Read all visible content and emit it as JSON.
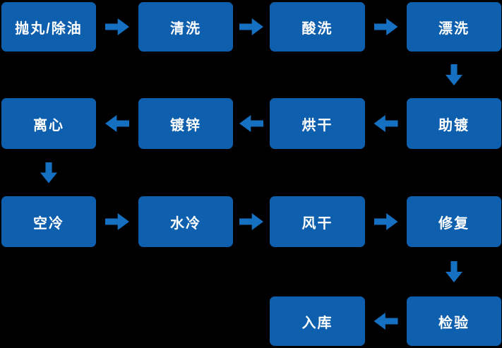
{
  "diagram": {
    "background_color": "#000000",
    "node_color": "#0e5fad",
    "arrow_color": "#1670c2",
    "text_color": "#ffffff",
    "nodes": [
      {
        "id": "shot-blasting-degreasing",
        "label": "抛丸/除油",
        "row": 0,
        "col": 0
      },
      {
        "id": "cleaning",
        "label": "清洗",
        "row": 0,
        "col": 1
      },
      {
        "id": "pickling",
        "label": "酸洗",
        "row": 0,
        "col": 2
      },
      {
        "id": "rinsing",
        "label": "漂洗",
        "row": 0,
        "col": 3
      },
      {
        "id": "fluxing",
        "label": "助镀",
        "row": 1,
        "col": 3
      },
      {
        "id": "drying",
        "label": "烘干",
        "row": 1,
        "col": 2
      },
      {
        "id": "galvanizing",
        "label": "镀锌",
        "row": 1,
        "col": 1
      },
      {
        "id": "centrifuging",
        "label": "离心",
        "row": 1,
        "col": 0
      },
      {
        "id": "air-cooling",
        "label": "空冷",
        "row": 2,
        "col": 0
      },
      {
        "id": "water-cooling",
        "label": "水冷",
        "row": 2,
        "col": 1
      },
      {
        "id": "air-drying",
        "label": "风干",
        "row": 2,
        "col": 2
      },
      {
        "id": "repair",
        "label": "修复",
        "row": 2,
        "col": 3
      },
      {
        "id": "inspection",
        "label": "检验",
        "row": 3,
        "col": 3
      },
      {
        "id": "warehousing",
        "label": "入库",
        "row": 3,
        "col": 2
      }
    ],
    "flow": [
      {
        "from": "shot-blasting-degreasing",
        "to": "cleaning",
        "direction": "right"
      },
      {
        "from": "cleaning",
        "to": "pickling",
        "direction": "right"
      },
      {
        "from": "pickling",
        "to": "rinsing",
        "direction": "right"
      },
      {
        "from": "rinsing",
        "to": "fluxing",
        "direction": "down"
      },
      {
        "from": "fluxing",
        "to": "drying",
        "direction": "left"
      },
      {
        "from": "drying",
        "to": "galvanizing",
        "direction": "left"
      },
      {
        "from": "galvanizing",
        "to": "centrifuging",
        "direction": "left"
      },
      {
        "from": "centrifuging",
        "to": "air-cooling",
        "direction": "down"
      },
      {
        "from": "air-cooling",
        "to": "water-cooling",
        "direction": "right"
      },
      {
        "from": "water-cooling",
        "to": "air-drying",
        "direction": "right"
      },
      {
        "from": "air-drying",
        "to": "repair",
        "direction": "right"
      },
      {
        "from": "repair",
        "to": "inspection",
        "direction": "down"
      },
      {
        "from": "inspection",
        "to": "warehousing",
        "direction": "left"
      }
    ]
  }
}
